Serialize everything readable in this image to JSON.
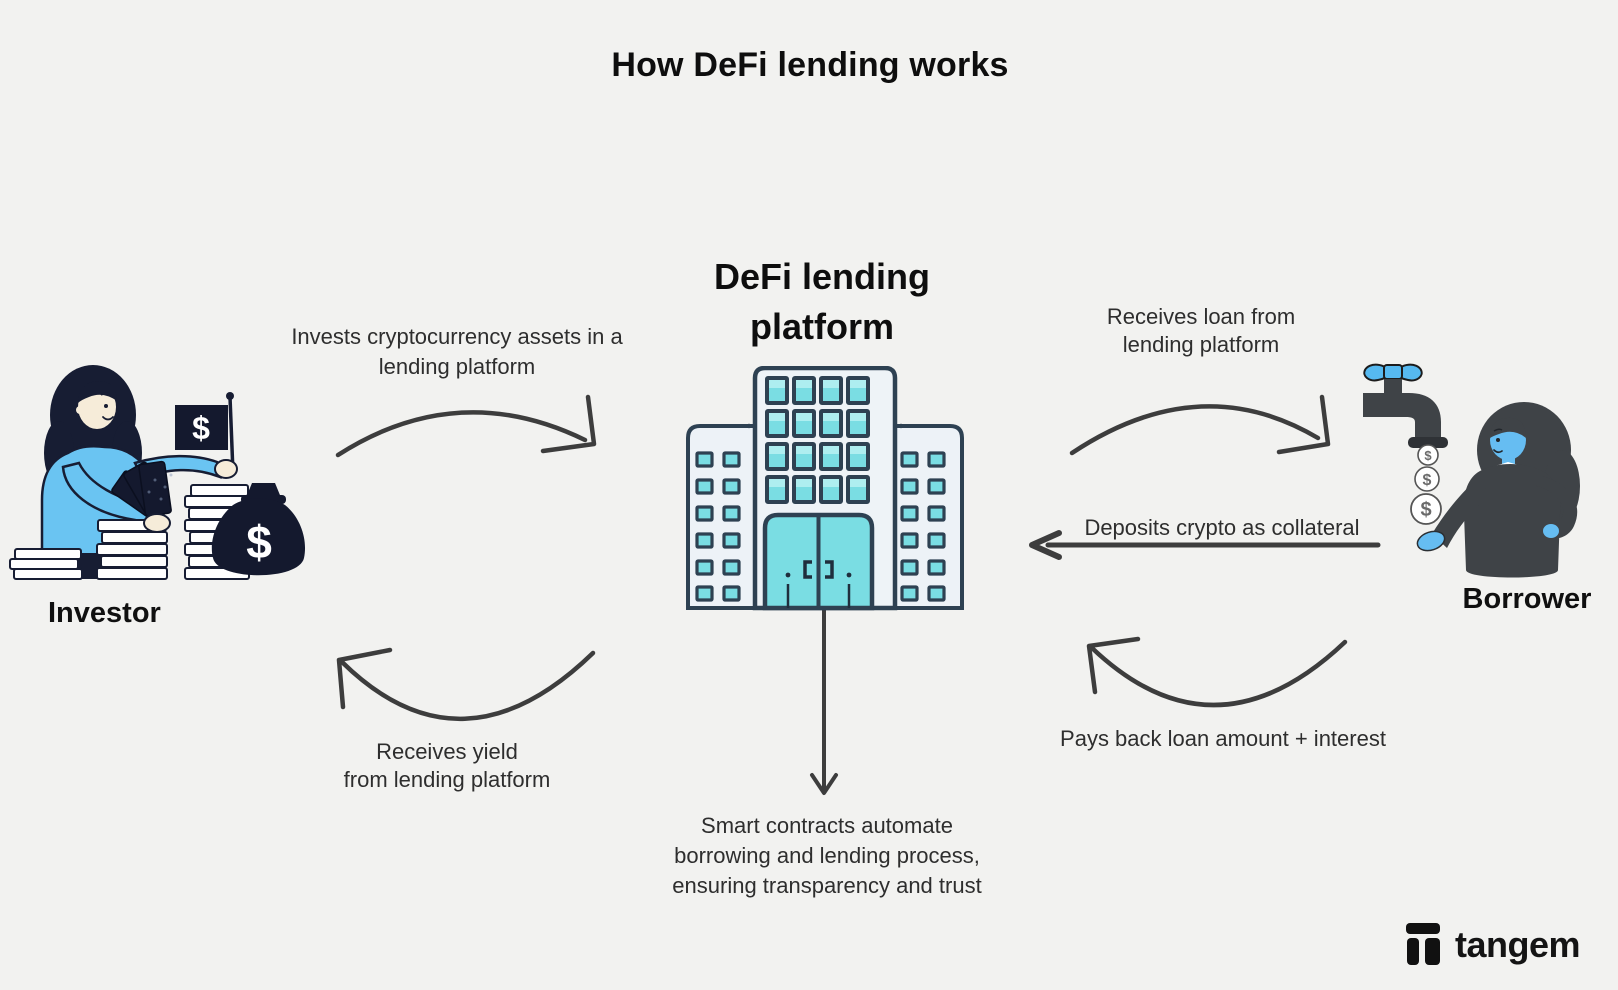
{
  "title": "How DeFi lending works",
  "currency_symbol": "$",
  "platform": {
    "heading_line1": "DeFi lending",
    "heading_line2": "platform"
  },
  "actors": {
    "investor_label": "Investor",
    "borrower_label": "Borrower"
  },
  "flows": {
    "invest_line1": "Invests cryptocurrency assets in a",
    "invest_line2": "lending platform",
    "receive_yield_line1": "Receives yield",
    "receive_yield_line2": "from lending platform",
    "receive_loan_line1": "Receives loan from",
    "receive_loan_line2": "lending platform",
    "deposit_collateral": "Deposits crypto as collateral",
    "pay_back": "Pays back loan amount + interest",
    "smart_contracts_line1": "Smart contracts automate",
    "smart_contracts_line2": "borrowing and lending process,",
    "smart_contracts_line3": "ensuring transparency and trust"
  },
  "branding": {
    "logo_text": "tangem"
  },
  "icons": {
    "investor": "investor-with-money-stacks-illustration",
    "platform": "bank-building-icon",
    "faucet": "faucet-dripping-coins-icon",
    "borrower": "borrower-catching-coins-illustration",
    "logo": "tangem-logo-icon"
  },
  "colors": {
    "background": "#f2f2f0",
    "text": "#2e2e2e",
    "heading": "#0e0e0e",
    "arrow": "#3d3d3d",
    "accent_blue": "#6ac4f2",
    "window_cyan": "#7adde3",
    "outline_slate": "#2e4152",
    "dark_navy": "#171d33",
    "dark_gray": "#3f4347"
  }
}
